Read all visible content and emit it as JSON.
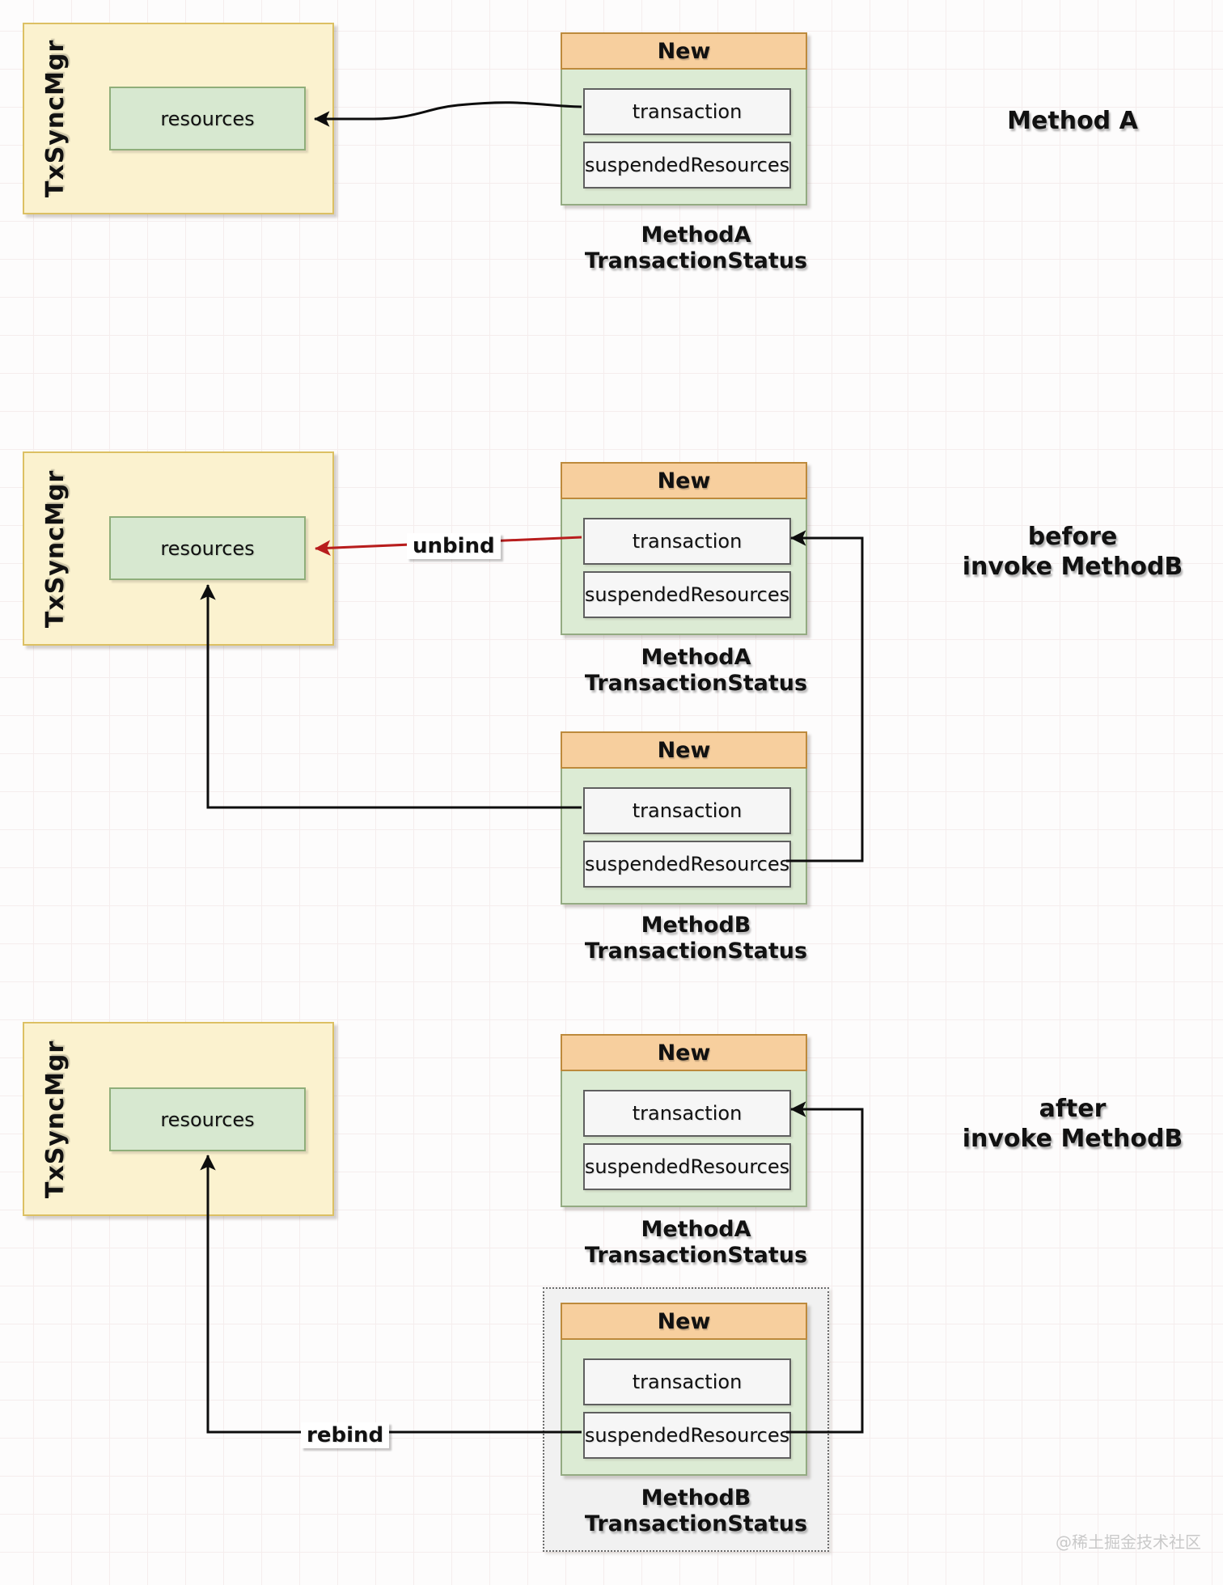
{
  "diagram": {
    "watermark": "@稀土掘金技术社区",
    "colors": {
      "yellow_fill": "#fbf2cf",
      "yellow_border": "#dcc063",
      "green_container_fill": "#dcebd4",
      "green_container_border": "#94ab82",
      "resources_fill": "#d7e8d0",
      "resources_border": "#8fae7a",
      "orange_header_fill": "#f7cf9e",
      "orange_header_border": "#bd8a3c",
      "field_fill": "#f6f6f6",
      "field_border": "#5f5f5f",
      "dashed_box_fill": "#f1f1f1",
      "dashed_box_border": "#6b6b6b",
      "arrow_black": "#0d0d0d",
      "arrow_red": "#b81d1d",
      "grid_line": "#f5eded"
    },
    "sections": [
      {
        "id": "method-a",
        "phase_lines": [
          "Method A"
        ],
        "manager": {
          "title": "TxSyncMgr",
          "resources": "resources"
        },
        "status_boxes": [
          {
            "header": "New",
            "fields": [
              "transaction",
              "suspendedResources"
            ],
            "caption_lines": [
              "MethodA",
              "TransactionStatus"
            ]
          }
        ]
      },
      {
        "id": "before-invoke-methodb",
        "phase_lines": [
          "before",
          "invoke MethodB"
        ],
        "edge_label": "unbind",
        "manager": {
          "title": "TxSyncMgr",
          "resources": "resources"
        },
        "status_boxes": [
          {
            "header": "New",
            "fields": [
              "transaction",
              "suspendedResources"
            ],
            "caption_lines": [
              "MethodA",
              "TransactionStatus"
            ]
          },
          {
            "header": "New",
            "fields": [
              "transaction",
              "suspendedResources"
            ],
            "caption_lines": [
              "MethodB",
              "TransactionStatus"
            ]
          }
        ]
      },
      {
        "id": "after-invoke-methodb",
        "phase_lines": [
          "after",
          "invoke MethodB"
        ],
        "edge_label": "rebind",
        "manager": {
          "title": "TxSyncMgr",
          "resources": "resources"
        },
        "status_boxes": [
          {
            "header": "New",
            "fields": [
              "transaction",
              "suspendedResources"
            ],
            "caption_lines": [
              "MethodA",
              "TransactionStatus"
            ]
          },
          {
            "header": "New",
            "fields": [
              "transaction",
              "suspendedResources"
            ],
            "caption_lines": [
              "MethodB",
              "TransactionStatus"
            ],
            "dashed_group": true
          }
        ]
      }
    ]
  }
}
